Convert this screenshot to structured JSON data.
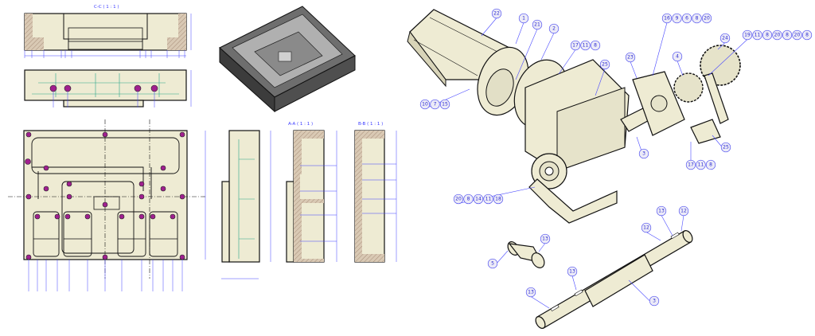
{
  "views": {
    "section_cc": "C-C ( 1 : 1 )",
    "section_aa": "A-A ( 1 : 1 )",
    "section_bb": "B-B ( 1 : 1 )"
  },
  "callouts": [
    {
      "name": "motor",
      "labels": [
        "22"
      ]
    },
    {
      "name": "flange-1",
      "labels": [
        "1"
      ]
    },
    {
      "name": "coupling",
      "labels": [
        "21"
      ]
    },
    {
      "name": "flange-2",
      "labels": [
        "2"
      ]
    },
    {
      "name": "flange-bolts",
      "labels": [
        "17",
        "11",
        "8"
      ]
    },
    {
      "name": "gearbox",
      "labels": [
        "25"
      ]
    },
    {
      "name": "bearing-bracket",
      "labels": [
        "23"
      ]
    },
    {
      "name": "bearing-bolts",
      "labels": [
        "16",
        "9",
        "6",
        "8",
        "20"
      ]
    },
    {
      "name": "sprocket-small",
      "labels": [
        "4"
      ]
    },
    {
      "name": "sprocket-large",
      "labels": [
        "24"
      ]
    },
    {
      "name": "tensioner-bolts",
      "labels": [
        "19",
        "11",
        "8",
        "20",
        "8",
        "20",
        "8"
      ]
    },
    {
      "name": "motor-bolts",
      "labels": [
        "10",
        "7",
        "15"
      ]
    },
    {
      "name": "shaft-assembly",
      "labels": [
        "3"
      ]
    },
    {
      "name": "tensioner",
      "labels": [
        "25"
      ]
    },
    {
      "name": "tensioner-nut",
      "labels": [
        "17",
        "11",
        "8"
      ]
    },
    {
      "name": "foot-bolts",
      "labels": [
        "20",
        "8",
        "14",
        "11",
        "18"
      ]
    },
    {
      "name": "pin-key",
      "labels": [
        "13"
      ]
    },
    {
      "name": "pin",
      "labels": [
        "5"
      ]
    },
    {
      "name": "shaft-key-mid",
      "labels": [
        "13"
      ]
    },
    {
      "name": "shaft-key-end",
      "labels": [
        "13"
      ]
    },
    {
      "name": "shaft-key-right",
      "labels": [
        "13"
      ]
    },
    {
      "name": "shaft-ring-right",
      "labels": [
        "12"
      ]
    },
    {
      "name": "shaft-ring-left",
      "labels": [
        "12"
      ]
    },
    {
      "name": "shaft",
      "labels": [
        "3"
      ]
    }
  ],
  "colors": {
    "part_fill": "#eeebd3",
    "dimension": "#3a3aff",
    "hole": "#a0208f",
    "hidden": "#2aa58a"
  }
}
